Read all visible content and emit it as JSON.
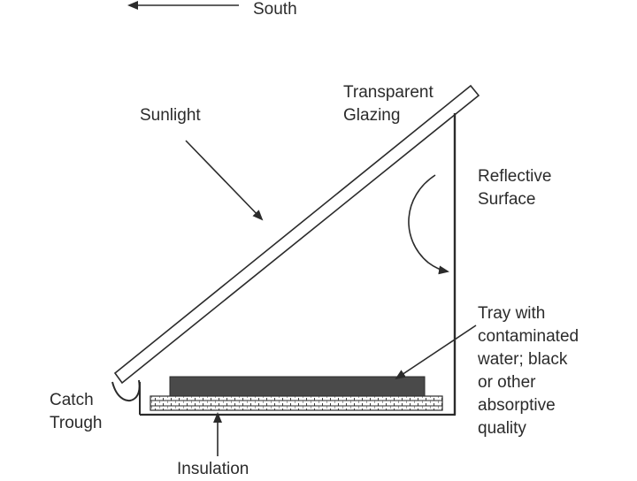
{
  "labels": {
    "south": "South",
    "sunlight": "Sunlight",
    "glazing": [
      "Transparent",
      "Glazing"
    ],
    "reflective": [
      "Reflective",
      "Surface"
    ],
    "tray": [
      "Tray with",
      "contaminated",
      "water; black",
      "or other",
      "absorptive",
      "quality"
    ],
    "catch_trough": [
      "Catch",
      "Trough"
    ],
    "insulation": "Insulation"
  },
  "colors": {
    "ink": "#2b2b2b",
    "tray_fill": "#4a4a4a"
  }
}
